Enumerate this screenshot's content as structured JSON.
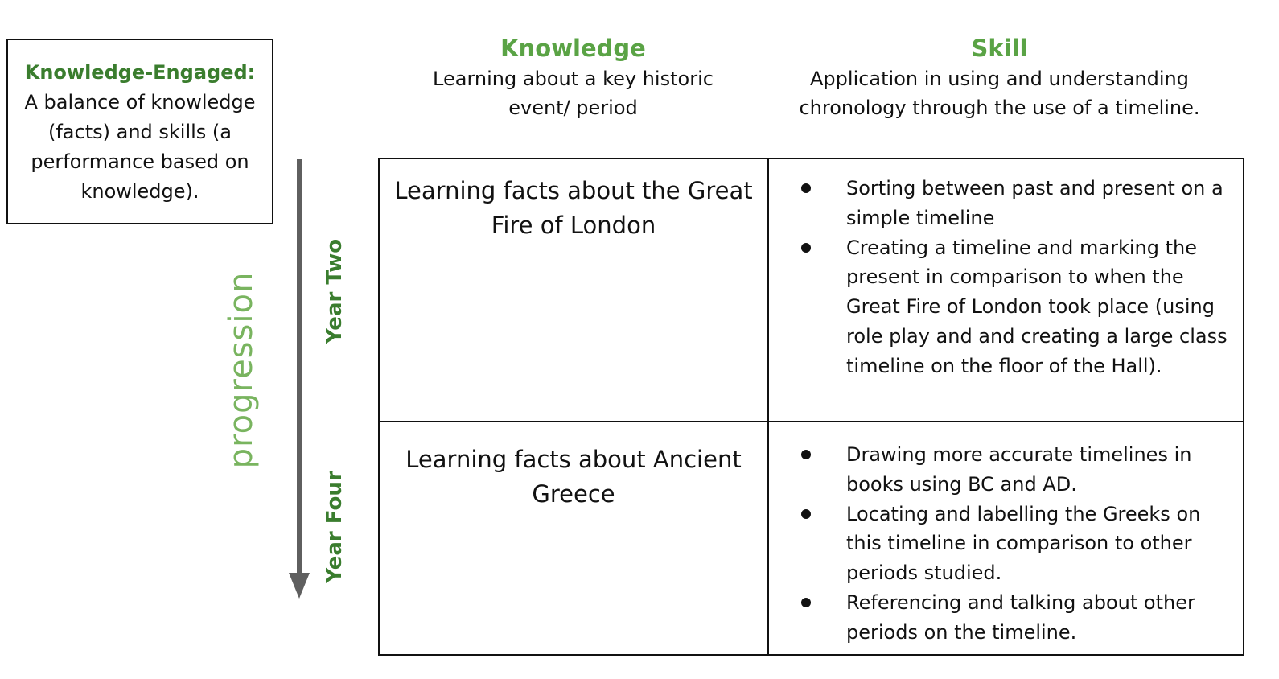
{
  "definition": {
    "term": "Knowledge-Engaged:",
    "description": "A balance of knowledge (facts) and skills (a performance based on knowledge)."
  },
  "progression_label": "progression",
  "columns": {
    "knowledge": {
      "title": "Knowledge",
      "subtitle": "Learning about a key historic event/ period"
    },
    "skill": {
      "title": "Skill",
      "subtitle": "Application in using and understanding chronology through the use of a timeline."
    }
  },
  "rows": [
    {
      "year": "Year Two",
      "knowledge": "Learning facts about the Great Fire of London",
      "skills": [
        "Sorting between past and present on a simple timeline",
        "Creating a timeline and marking the present in comparison to when the Great Fire of London took place (using role play and and creating a large class timeline on the floor of the Hall)."
      ]
    },
    {
      "year": "Year Four",
      "knowledge": "Learning facts about Ancient Greece",
      "skills": [
        "Drawing more accurate timelines in books using BC and AD.",
        "Locating and labelling the Greeks on this timeline in comparison to other periods studied.",
        "Referencing and talking about other periods on the timeline."
      ]
    }
  ],
  "colors": {
    "dark_green": "#3a7d2e",
    "light_green": "#79b45f",
    "arrow": "#5f5f5f"
  }
}
